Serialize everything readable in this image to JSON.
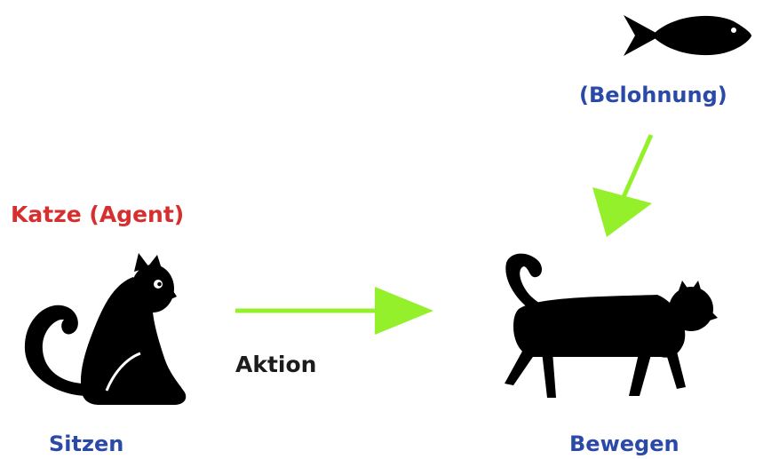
{
  "agent": {
    "label": "Katze (Agent)",
    "label_color": "#d62f2f"
  },
  "action": {
    "label": "Aktion",
    "label_color": "#1c1c1c"
  },
  "reward": {
    "label": "(Belohnung)",
    "label_color": "#2b4aa8",
    "icon": "fish-icon"
  },
  "states": {
    "left": {
      "label": "Sitzen",
      "icon": "sitting-cat-icon"
    },
    "right": {
      "label": "Bewegen",
      "icon": "walking-cat-icon"
    },
    "label_color": "#2b4aa8"
  },
  "arrows": {
    "color": "#95f02c"
  },
  "icons": {
    "fill": "#000000"
  }
}
